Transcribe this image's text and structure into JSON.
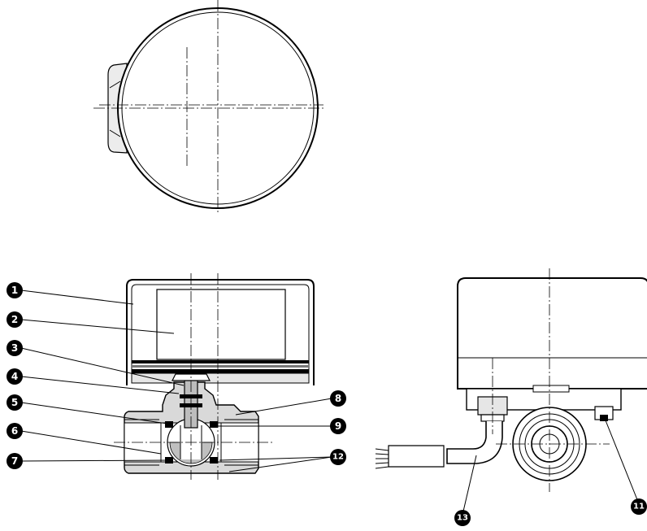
{
  "callouts": [
    {
      "id": "c1",
      "label": "1"
    },
    {
      "id": "c2",
      "label": "2"
    },
    {
      "id": "c3",
      "label": "3"
    },
    {
      "id": "c4",
      "label": "4"
    },
    {
      "id": "c5",
      "label": "5"
    },
    {
      "id": "c6",
      "label": "6"
    },
    {
      "id": "c7",
      "label": "7"
    },
    {
      "id": "c8",
      "label": "8"
    },
    {
      "id": "c9",
      "label": "9"
    },
    {
      "id": "c11",
      "label": "11"
    },
    {
      "id": "c12",
      "label": "12"
    },
    {
      "id": "c13",
      "label": "13"
    }
  ]
}
